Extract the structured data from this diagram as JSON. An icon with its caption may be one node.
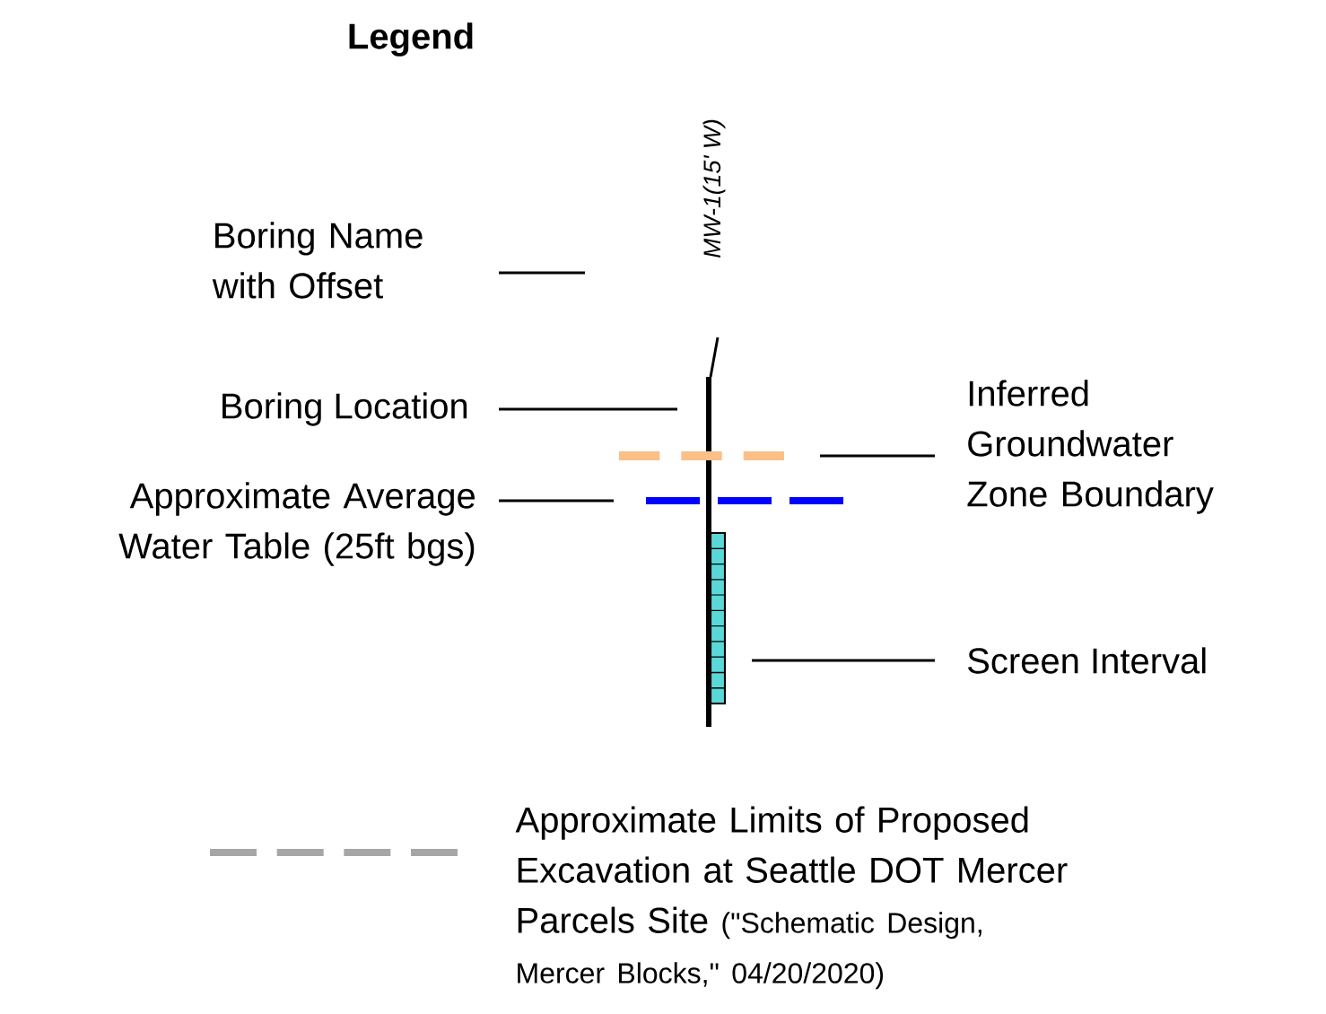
{
  "diagram": {
    "title": "Legend",
    "nodes": [
      {
        "text": [
          "Boring Name with Offset"
        ]
      },
      {
        "text": [
          "MW-1(15' W)"
        ]
      },
      {
        "text": [
          "Boring Location"
        ]
      },
      {
        "text": [],
        "shape": "line"
      },
      {
        "text": [
          "Approximate Average Water Table (25ft bgs)"
        ]
      },
      {
        "text": [],
        "shape": "line"
      },
      {
        "text": [],
        "shape": "line"
      },
      {
        "text": [
          "Inferred Groundwater Zone Boundary"
        ]
      },
      {
        "text": [],
        "shape": "bar"
      },
      {
        "text": [
          "Screen Interval"
        ]
      }
    ],
    "edges": [
      {
        "from": 0,
        "to": 1,
        "arrow": "none"
      },
      {
        "from": 2,
        "to": 3,
        "arrow": "none"
      },
      {
        "from": 4,
        "to": 5,
        "arrow": "none"
      },
      {
        "from": 7,
        "to": 6,
        "arrow": "none"
      },
      {
        "from": 9,
        "to": 8,
        "arrow": "none"
      }
    ],
    "labels": [
      "(\"Schematic Design, Mercer Blocks,\" 04/20/2020)"
    ],
    "legend": [
      {
        "text": "Approximate Limits of Proposed Excavation at Seattle DOT Mercer Parcels Site"
      }
    ]
  }
}
